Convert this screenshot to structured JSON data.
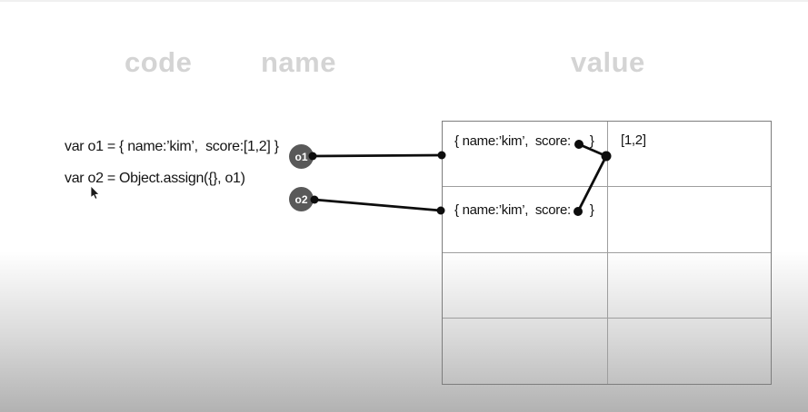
{
  "header": {
    "code": "code",
    "name": "name",
    "value": "value"
  },
  "code_panel": {
    "line1": "var o1 = { name:’kim’,  score:[1,2] }",
    "line2": "var o2 = Object.assign({}, o1)"
  },
  "name_badges": [
    {
      "label": "o1"
    },
    {
      "label": "o2"
    }
  ],
  "value_table": {
    "rows": [
      {
        "object_prefix": "{ name:’kim’,  score:",
        "object_suffix": "}",
        "value": "[1,2]"
      },
      {
        "object_prefix": "{ name:’kim’,  score:",
        "object_suffix": "}",
        "value": ""
      },
      {
        "object_prefix": "",
        "object_suffix": "",
        "value": ""
      },
      {
        "object_prefix": "",
        "object_suffix": "",
        "value": ""
      }
    ]
  },
  "icons": {
    "mouse_cursor": "arrow-pointer",
    "reference_dot": "filled-circle"
  },
  "colors": {
    "badge_fill": "#595959",
    "badge_text": "#ffffff",
    "header_text": "#d4d4d4",
    "table_border_outer": "#7d7d7d",
    "table_border_inner": "#9e9e9e",
    "line_color": "#0d0d0d",
    "background_top": "#ffffff",
    "background_bottom": "#b2b2b2"
  }
}
